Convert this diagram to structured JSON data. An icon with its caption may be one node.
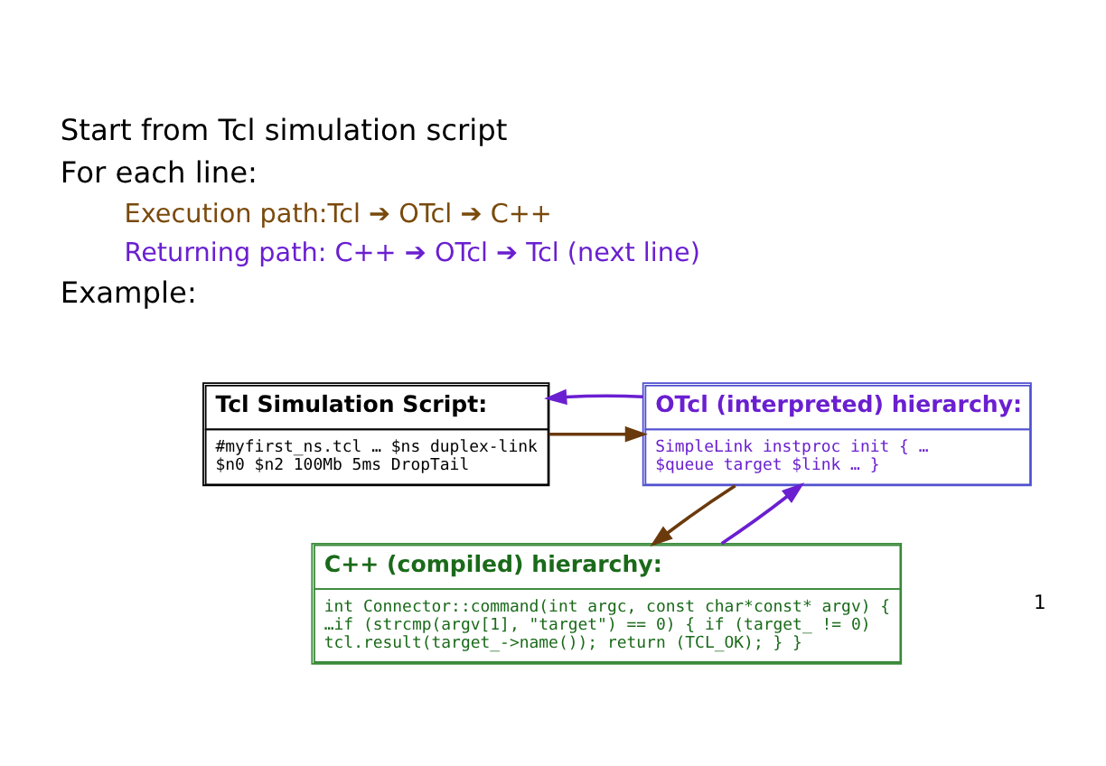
{
  "diagram": {
    "nodes": [
      {
        "text": [
          "Tcl Simulation Script:",
          "#myfirst_ns.tcl … $ns duplex-link $n0 $n2 100Mb 5ms DropTail"
        ]
      },
      {
        "text": [
          "OTcl (interpreted) hierarchy:",
          "SimpleLink instproc init { … $queue target $link … }"
        ]
      },
      {
        "text": [
          "C++ (compiled) hierarchy:",
          "int Connector::command(int argc, const char*const* argv) { …if (strcmp(argv[1], \"target\") == 0) { if (target_ != 0) tcl.result(target_->name()); return (TCL_OK); } }"
        ]
      }
    ],
    "edges": [
      {
        "from": 0,
        "to": 1,
        "arrow": "to",
        "color": "#6b3a0c"
      },
      {
        "from": 1,
        "to": 0,
        "arrow": "to",
        "color": "#6a1fd0"
      },
      {
        "from": 1,
        "to": 2,
        "arrow": "to",
        "color": "#6b3a0c"
      },
      {
        "from": 2,
        "to": 1,
        "arrow": "to",
        "color": "#6a1fd0"
      }
    ],
    "labels": [
      "Start from Tcl simulation script",
      "For each line:",
      "Execution path:Tcl ➔ OTcl ➔ C++",
      "Returning path: C++ ➔ OTcl ➔ Tcl (next line)",
      "Example:",
      "1"
    ]
  }
}
